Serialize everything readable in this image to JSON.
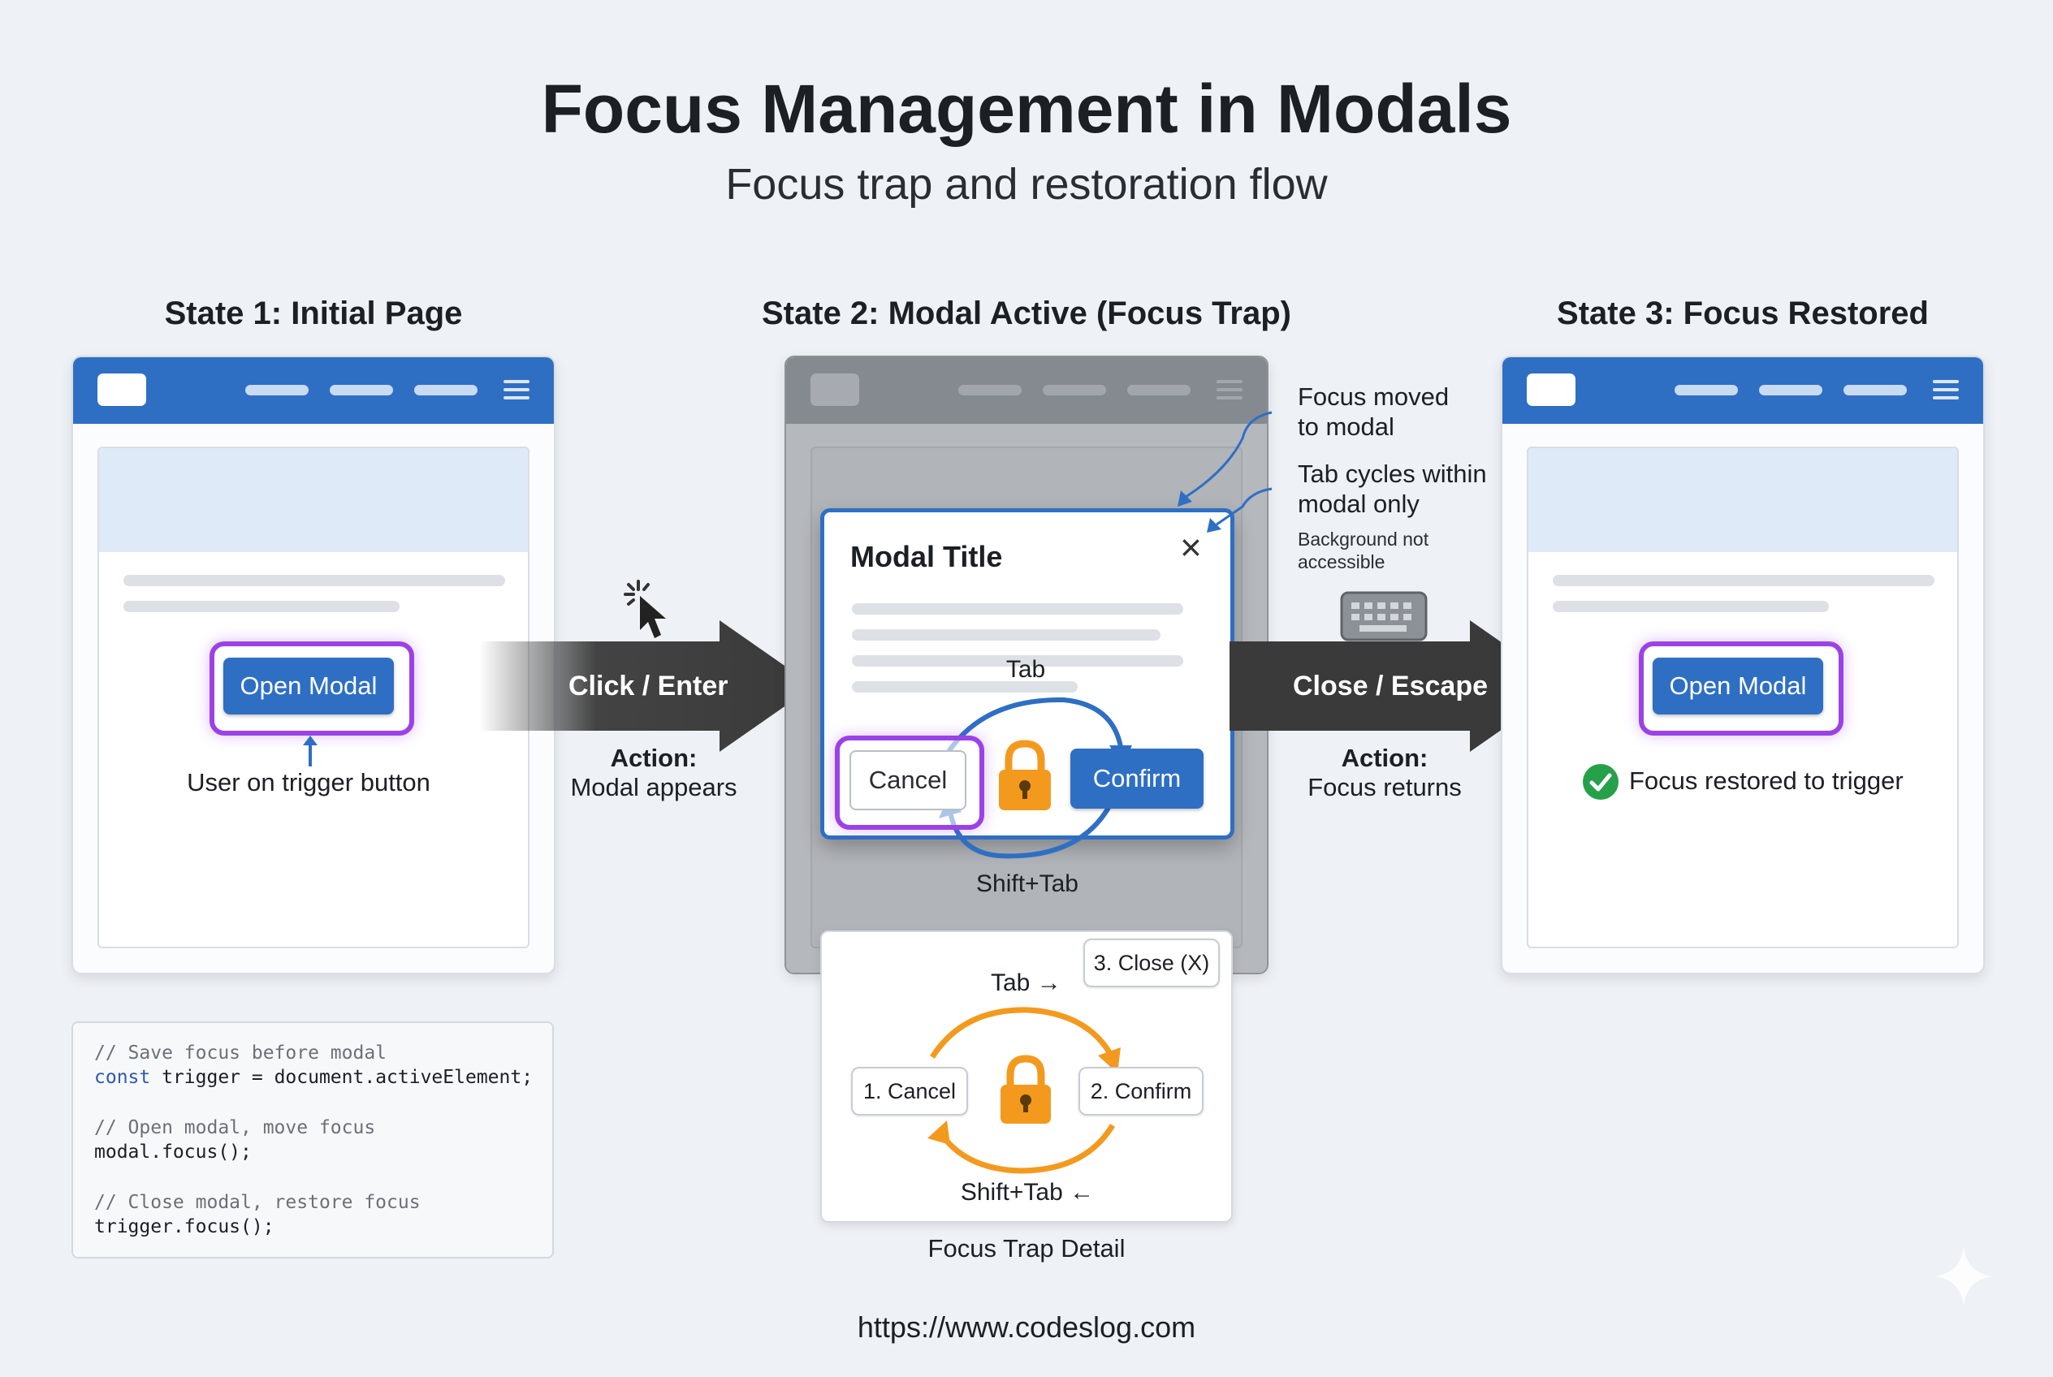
{
  "header": {
    "title": "Focus Management in Modals",
    "subtitle": "Focus trap and restoration flow"
  },
  "states": [
    {
      "title": "State 1: Initial Page",
      "button": "Open Modal",
      "caption": "User on trigger button"
    },
    {
      "title": "State 2: Modal Active (Focus Trap)"
    },
    {
      "title": "State 3: Focus Restored",
      "button": "Open Modal",
      "caption": "Focus restored to trigger"
    }
  ],
  "transitions": [
    {
      "label": "Click / Enter",
      "action_title": "Action:",
      "action_text": "Modal appears"
    },
    {
      "label": "Close / Escape",
      "action_title": "Action:",
      "action_text": "Focus returns"
    }
  ],
  "modal": {
    "title": "Modal Title",
    "close_glyph": "×",
    "cancel_label": "Cancel",
    "confirm_label": "Confirm",
    "tab_label": "Tab",
    "shift_tab_label": "Shift+Tab"
  },
  "annotations": {
    "focus_moved": [
      "Focus moved",
      "to modal"
    ],
    "tab_cycles": [
      "Tab cycles within",
      "modal only"
    ],
    "background": [
      "Background not",
      "accessible"
    ]
  },
  "trap_detail": {
    "tab_label": "Tab →",
    "shift_tab_label": "Shift+Tab ←",
    "cancel_chip": "1. Cancel",
    "confirm_chip": "2. Confirm",
    "close_chip": "3. Close (X)",
    "caption": "Focus Trap Detail"
  },
  "code_lines": [
    {
      "comment": "// Save focus before modal"
    },
    {
      "keyword": "const",
      "rest": " trigger = document.activeElement;"
    },
    {
      "comment": "// Open modal, move focus"
    },
    {
      "rest": "modal.focus();"
    },
    {
      "comment": "// Close modal, restore focus"
    },
    {
      "rest": "trigger.focus();"
    }
  ],
  "footer": {
    "url": "https://www.codeslog.com"
  },
  "colors": {
    "primary_blue": "#2e6fc4",
    "focus_purple": "#9b42e6",
    "lock_orange": "#f39a1e",
    "success_green": "#27a04a",
    "arrow_dark": "#3a3a3a"
  },
  "icons": [
    "cursor-click-icon",
    "keyboard-icon",
    "lock-icon",
    "check-circle-icon",
    "close-icon",
    "hamburger-menu-icon",
    "sparkle-icon"
  ]
}
